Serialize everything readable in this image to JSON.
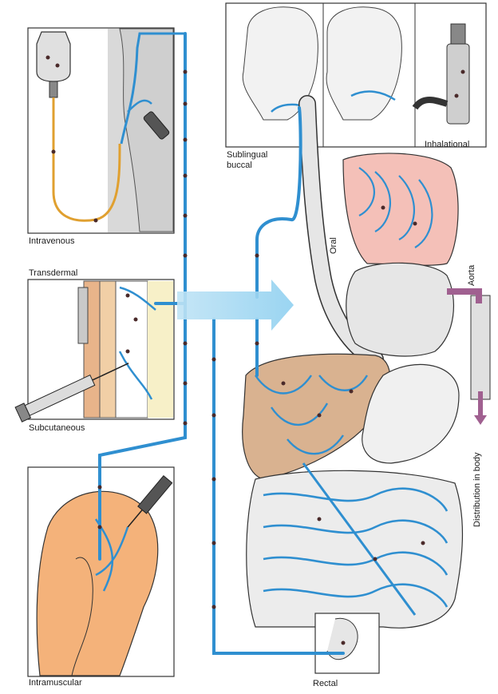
{
  "labels": {
    "intravenous": "Intravenous",
    "transdermal": "Transdermal",
    "subcutaneous": "Subcutaneous",
    "intramuscular": "Intramuscular",
    "sublingual_line1": "Sublingual",
    "sublingual_line2": "buccal",
    "inhalational": "Inhalational",
    "oral": "Oral",
    "aorta": "Aorta",
    "distribution": "Distribution in body",
    "rectal": "Rectal"
  },
  "colors": {
    "vessel_blue": "#2f8fd0",
    "vessel_light": "#bfe3f5",
    "drug_dot": "#4a2a2a",
    "iv_tube": "#e0a030",
    "skin_tan": "#e8b48a",
    "muscle_orange": "#f4b27a",
    "liver_tan": "#d9b290",
    "lung_pink": "#f4c0b8",
    "organ_gray": "#e6e6e6",
    "outline": "#333333"
  }
}
